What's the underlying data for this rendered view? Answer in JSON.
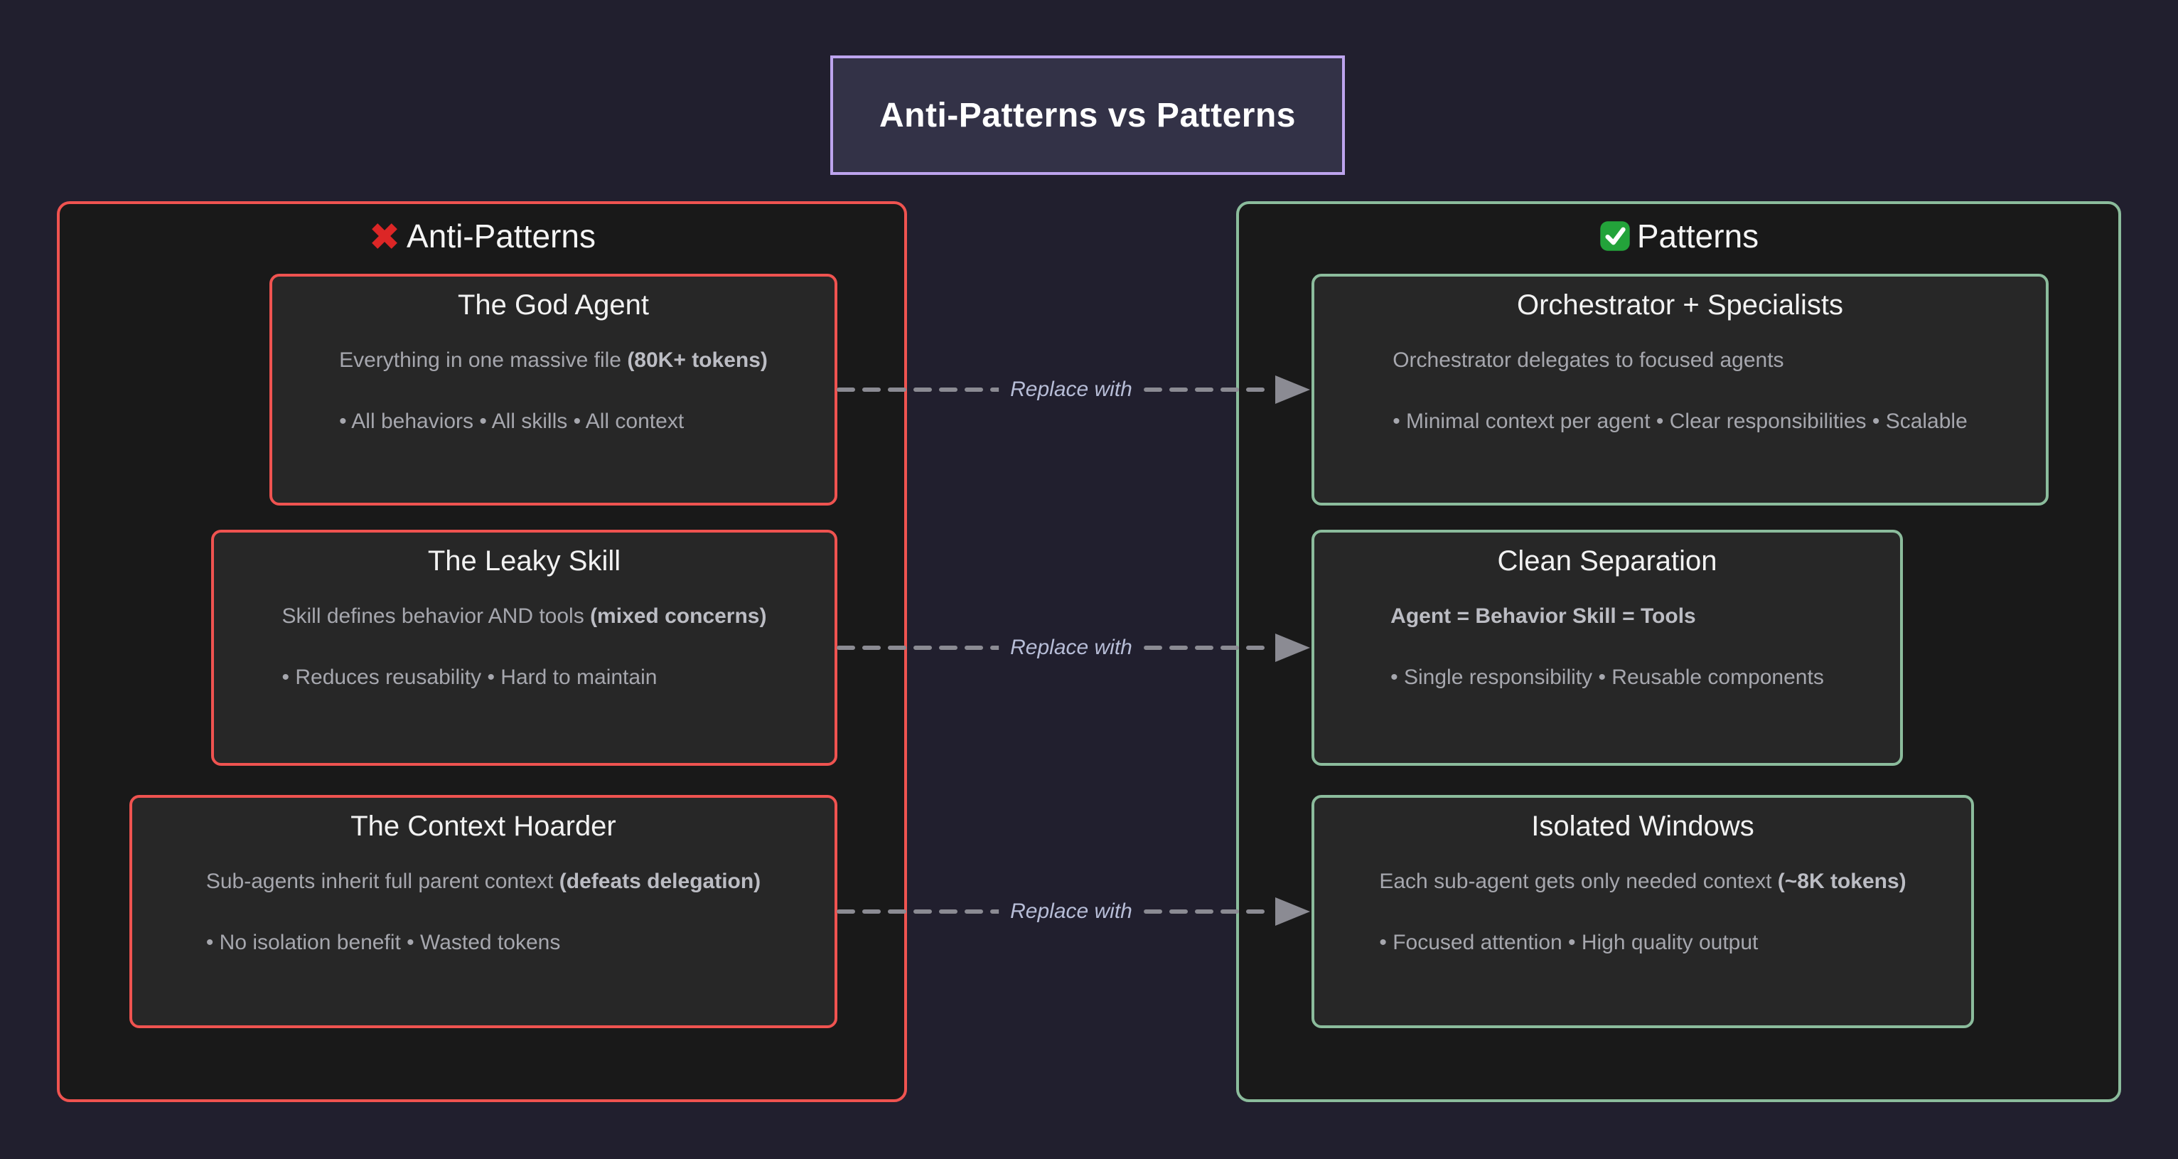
{
  "title": {
    "label": "Anti-Patterns vs Patterns"
  },
  "left_group": {
    "header": "Anti-Patterns",
    "icon": "cross-mark-icon",
    "boxes": [
      {
        "title": "The God Agent",
        "line1_normal": "Everything in one massive file ",
        "line1_bold": "(80K+ tokens)",
        "line2": "• All behaviors • All skills • All context"
      },
      {
        "title": "The Leaky Skill",
        "line1_normal": "Skill defines behavior AND tools ",
        "line1_bold": "(mixed concerns)",
        "line2": "• Reduces reusability • Hard to maintain"
      },
      {
        "title": "The Context Hoarder",
        "line1_normal": "Sub-agents inherit full parent context ",
        "line1_bold": "(defeats delegation)",
        "line2": "• No isolation benefit • Wasted tokens"
      }
    ]
  },
  "right_group": {
    "header": "Patterns",
    "icon": "check-mark-icon",
    "boxes": [
      {
        "title": "Orchestrator + Specialists",
        "line1_normal": "Orchestrator delegates to focused agents",
        "line1_bold": "",
        "line2": "• Minimal context per agent • Clear responsibilities • Scalable"
      },
      {
        "title": "Clean Separation",
        "line1_normal": "",
        "line1_bold": "Agent = Behavior Skill = Tools",
        "line2": "• Single responsibility • Reusable components"
      },
      {
        "title": "Isolated Windows",
        "line1_normal": "Each sub-agent gets only needed context ",
        "line1_bold": "(~8K tokens)",
        "line2": "• Focused attention • High quality output"
      }
    ]
  },
  "arrows": {
    "label": "Replace with",
    "connections": [
      {
        "from": "The God Agent",
        "to": "Orchestrator + Specialists",
        "label": "Replace with"
      },
      {
        "from": "The Leaky Skill",
        "to": "Clean Separation",
        "label": "Replace with"
      },
      {
        "from": "The Context Hoarder",
        "to": "Isolated Windows",
        "label": "Replace with"
      }
    ]
  },
  "colors": {
    "background": "#211f2e",
    "title_fill": "#333247",
    "title_border": "#bda4ee",
    "anti_accent": "#ef5350",
    "pattern_accent": "#8bbc9c",
    "panel_fill": "#191919",
    "node_fill": "#272727",
    "node_title_text": "#f2f2f2",
    "body_text": "#a6a7ae",
    "body_bold_text": "#bcbdc4",
    "arrow": "#8b8b93",
    "label_text": "#b7bdd7",
    "cross_red": "#dc2626",
    "check_green": "#23a33a"
  }
}
